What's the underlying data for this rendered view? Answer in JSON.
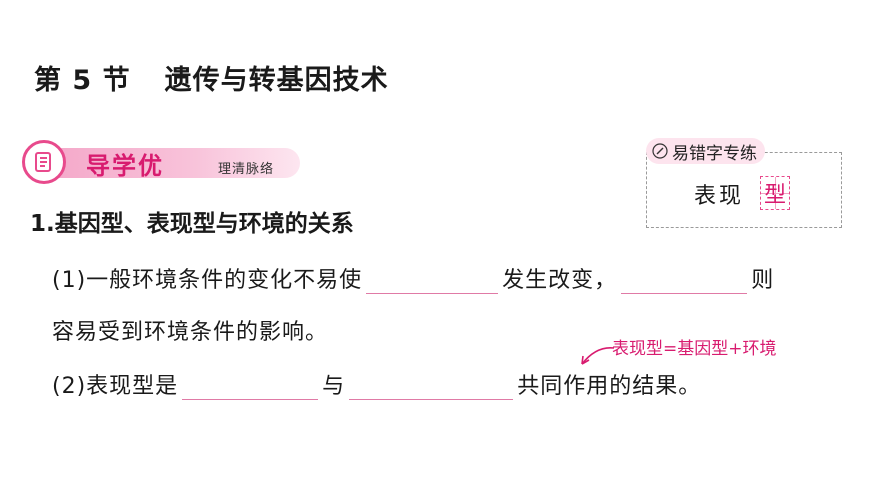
{
  "title": {
    "section": "第 5 节",
    "name": "遗传与转基因技术"
  },
  "banner": {
    "title": "导学优",
    "subtitle": "理清脉络"
  },
  "side_box": {
    "header": "易错字专练",
    "words": "表现",
    "highlight_char": "型"
  },
  "question": {
    "heading": "1.基因型、表现型与环境的关系",
    "part1_line1_a": "(1)一般环境条件的变化不易使",
    "part1_line1_b": "发生改变，",
    "part1_line1_c": "则",
    "part1_line2": "容易受到环境条件的影响。",
    "part2_a": "(2)表现型是",
    "part2_b": "与",
    "part2_c": "共同作用的结果。"
  },
  "annotation": "表现型=基因型+环境",
  "colors": {
    "accent": "#d81b6f",
    "banner": "#f4a6c8",
    "blank_line": "#e07aa6"
  }
}
